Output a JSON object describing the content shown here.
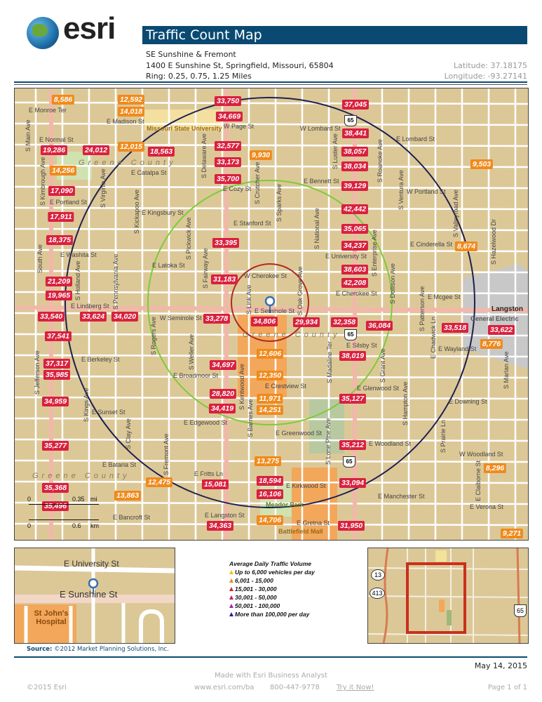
{
  "header": {
    "logo_text": "esri",
    "title": "Traffic Count Map",
    "site_name": "SE Sunshine & Fremont",
    "address": "1400 E Sunshine St, Springfield, Missouri, 65804",
    "ring": "Ring: 0.25, 0.75, 1.25 Miles",
    "latitude": "Latitude: 37.18175",
    "longitude": "Longitude: -93.27141"
  },
  "colors": {
    "brand": "#0a4a72",
    "count_high": "#d9213f",
    "count_mid": "#f08a1c",
    "ring_inner": "#b02a22",
    "ring_middle": "#7ccc3a",
    "ring_outer": "#1e2050"
  },
  "map": {
    "counts": [
      {
        "v": "8,586",
        "c": "o"
      },
      {
        "v": "12,592",
        "c": "o"
      },
      {
        "v": "14,018",
        "c": "o"
      },
      {
        "v": "12,015",
        "c": "o"
      },
      {
        "v": "9,930",
        "c": "o"
      },
      {
        "v": "14,256",
        "c": "o"
      },
      {
        "v": "9,503",
        "c": "o"
      },
      {
        "v": "8,674",
        "c": "o"
      },
      {
        "v": "8,776",
        "c": "o"
      },
      {
        "v": "12,606",
        "c": "o"
      },
      {
        "v": "12,350",
        "c": "o"
      },
      {
        "v": "11,971",
        "c": "o"
      },
      {
        "v": "14,251",
        "c": "o"
      },
      {
        "v": "13,275",
        "c": "o"
      },
      {
        "v": "12,475",
        "c": "o"
      },
      {
        "v": "13,863",
        "c": "o"
      },
      {
        "v": "14,706",
        "c": "o"
      },
      {
        "v": "8,296",
        "c": "o"
      },
      {
        "v": "9,271",
        "c": "o"
      },
      {
        "v": "33,750",
        "c": "r"
      },
      {
        "v": "34,669",
        "c": "r"
      },
      {
        "v": "37,045",
        "c": "r"
      },
      {
        "v": "38,441",
        "c": "r"
      },
      {
        "v": "32,577",
        "c": "r"
      },
      {
        "v": "19,286",
        "c": "r"
      },
      {
        "v": "24,012",
        "c": "r"
      },
      {
        "v": "18,563",
        "c": "r"
      },
      {
        "v": "38,057",
        "c": "r"
      },
      {
        "v": "33,173",
        "c": "r"
      },
      {
        "v": "38,034",
        "c": "r"
      },
      {
        "v": "35,700",
        "c": "r"
      },
      {
        "v": "17,090",
        "c": "r"
      },
      {
        "v": "39,129",
        "c": "r"
      },
      {
        "v": "42,442",
        "c": "r"
      },
      {
        "v": "17,911",
        "c": "r"
      },
      {
        "v": "35,065",
        "c": "r"
      },
      {
        "v": "18,375",
        "c": "r"
      },
      {
        "v": "33,395",
        "c": "r"
      },
      {
        "v": "34,237",
        "c": "r"
      },
      {
        "v": "38,603",
        "c": "r"
      },
      {
        "v": "21,209",
        "c": "r"
      },
      {
        "v": "31,183",
        "c": "r"
      },
      {
        "v": "42,208",
        "c": "r"
      },
      {
        "v": "19,965",
        "c": "r"
      },
      {
        "v": "33,540",
        "c": "r"
      },
      {
        "v": "33,624",
        "c": "r"
      },
      {
        "v": "34,020",
        "c": "r"
      },
      {
        "v": "33,278",
        "c": "r"
      },
      {
        "v": "34,806",
        "c": "r"
      },
      {
        "v": "29,934",
        "c": "r"
      },
      {
        "v": "32,358",
        "c": "r"
      },
      {
        "v": "36,084",
        "c": "r"
      },
      {
        "v": "33,518",
        "c": "r"
      },
      {
        "v": "33,622",
        "c": "r"
      },
      {
        "v": "37,541",
        "c": "r"
      },
      {
        "v": "38,019",
        "c": "r"
      },
      {
        "v": "37,317",
        "c": "r"
      },
      {
        "v": "35,985",
        "c": "r"
      },
      {
        "v": "34,697",
        "c": "r"
      },
      {
        "v": "34,959",
        "c": "r"
      },
      {
        "v": "28,820",
        "c": "r"
      },
      {
        "v": "34,419",
        "c": "r"
      },
      {
        "v": "35,127",
        "c": "r"
      },
      {
        "v": "35,277",
        "c": "r"
      },
      {
        "v": "35,212",
        "c": "r"
      },
      {
        "v": "18,594",
        "c": "r"
      },
      {
        "v": "15,081",
        "c": "r"
      },
      {
        "v": "33,094",
        "c": "r"
      },
      {
        "v": "16,106",
        "c": "r"
      },
      {
        "v": "35,368",
        "c": "r"
      },
      {
        "v": "35,496",
        "c": "r"
      },
      {
        "v": "34,363",
        "c": "r"
      },
      {
        "v": "31,950",
        "c": "r"
      }
    ],
    "streets_h": [
      "E Monroe Ter",
      "E Madison St",
      "W Page St",
      "W Lombard St",
      "E Lombard St",
      "E Normal St",
      "E Catalpa St",
      "E Cozy St",
      "E Bennett St",
      "W Portland St",
      "E Portland St",
      "E Kingsbury St",
      "E Stanford St",
      "E University St",
      "E Cinderella St",
      "E Washita St",
      "E Latoka St",
      "W Cherokee St",
      "E Cherokee St",
      "E Mcgee St",
      "E Lindberg St",
      "W Seminole St",
      "E Seminole St",
      "E Silsby St",
      "E Wayland St",
      "E Berkeley St",
      "E Broadmoor St",
      "E Crestview St",
      "E Glenwood St",
      "E Downing St",
      "E Sunset St",
      "E Edgewood St",
      "E Greenwood St",
      "E Woodland St",
      "W Woodland St",
      "E Bataria St",
      "E Fritts Ln",
      "E Kirkwood St",
      "E Manchester St",
      "E Verona St",
      "E Bancroft St",
      "E Langston St",
      "E Gretna St"
    ],
    "streets_v": [
      "S Main Ave",
      "South Ave",
      "S Jefferson Ave",
      "S Kimbrough Ave",
      "S Holland Ave",
      "S Kings Ave",
      "S Virginia Ave",
      "S Pennsylvania Ave",
      "S Clay Ave",
      "S Kickapoo Ave",
      "S Rogers Ave",
      "S Fremont Ave",
      "S Pickwick Ave",
      "S Weller Ave",
      "S Delaware Ave",
      "S Fairway Ave",
      "S Kentwood Ave",
      "S Crutcher Ave",
      "S Link Ave",
      "S Barnes Ave",
      "S Sparks Ave",
      "S Oak Grove Ave",
      "S Lone Pine Ave",
      "S National Ave",
      "S Madaline Ter",
      "S Luster Ave",
      "S Enterprise Ave",
      "S Grant Ave",
      "S Roanoke Ave",
      "S Dollison Ave",
      "S Hampton Ave",
      "S Ventura Ave",
      "S Patterson Ave",
      "S Prairie Ln",
      "S Valleyroad Ave",
      "E Chadwick Ln",
      "E Claiborne St",
      "S Hazelwood Dr",
      "S Marlan Ave"
    ],
    "county": "Greene County",
    "places": {
      "msu": "Missouri State University",
      "meador": "Meador Park",
      "battlefield": "Battlefield Mall",
      "langston": "Langston",
      "ge": "General Electric"
    },
    "highway": "65",
    "scale": {
      "mi_zero": "0",
      "mi_val": "0.35",
      "mi_unit": "mi",
      "km_zero": "0",
      "km_val": "0.6",
      "km_unit": "km"
    }
  },
  "inset_left": {
    "street1": "E University St",
    "street2": "E Sunshine St",
    "hospital": "St John's Hospital"
  },
  "inset_right": {
    "route1": "13",
    "route2": "413",
    "route3": "65"
  },
  "legend": {
    "title": "Average Daily Traffic Volume",
    "items": [
      {
        "label": "Up to 6,000 vehicles per day",
        "color": "#f2c21a"
      },
      {
        "label": "6,001 - 15,000",
        "color": "#f08a1c"
      },
      {
        "label": "15,001 - 30,000",
        "color": "#d9213f"
      },
      {
        "label": "30,001 - 50,000",
        "color": "#c8186a"
      },
      {
        "label": "50,001 - 100,000",
        "color": "#9c2aa8"
      },
      {
        "label": "More than 100,000 per day",
        "color": "#2020a8"
      }
    ]
  },
  "source": {
    "label": "Source:",
    "text": "©2012 Market Planning Solutions, Inc."
  },
  "footer": {
    "date": "May 14, 2015",
    "made_with": "Made with Esri Business Analyst",
    "copyright": "©2015 Esri",
    "url": "www.esri.com/ba",
    "phone": "800-447-9778",
    "try": "Try it Now!",
    "page": "Page 1 of 1"
  }
}
